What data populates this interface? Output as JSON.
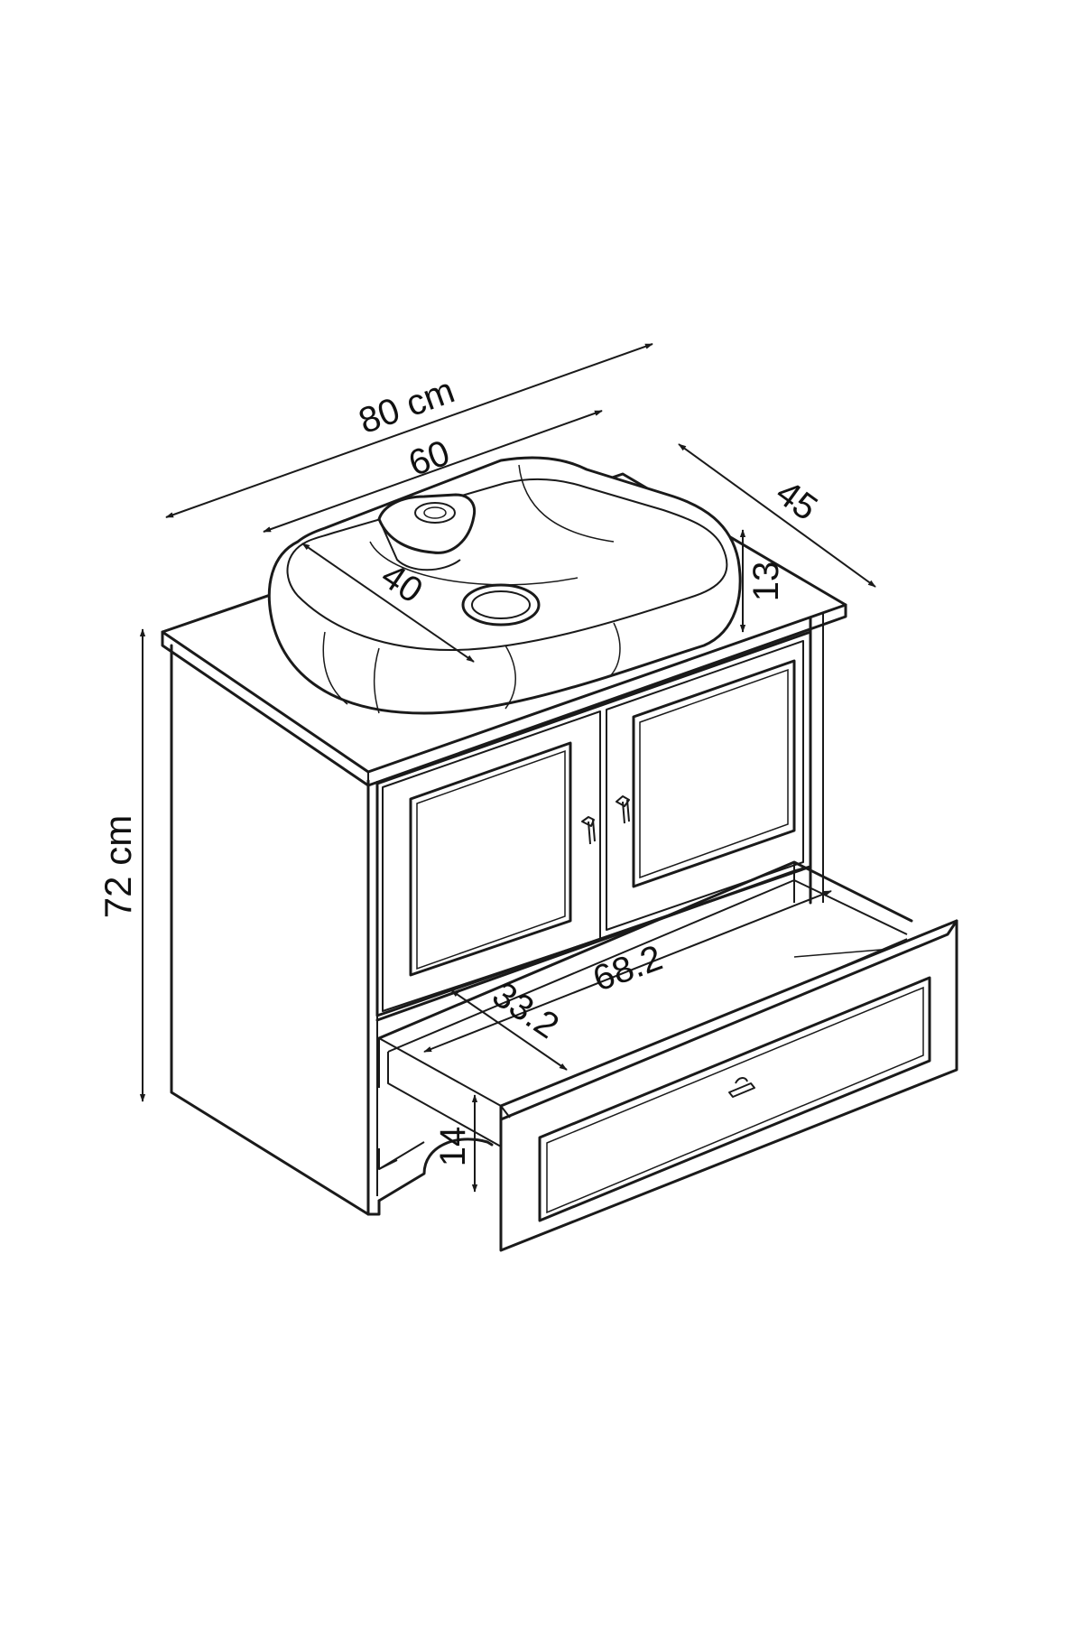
{
  "diagram": {
    "subject": "bathroom vanity cabinet with vessel basin and pull-out drawer",
    "line_color": "#1a1a1a",
    "background": "#ffffff",
    "dimensions": {
      "overall_width": "80 cm",
      "basin_length": "60",
      "basin_width": "40",
      "depth": "45",
      "basin_height": "13",
      "overall_height": "72 cm",
      "drawer_width": "68.2",
      "drawer_depth": "33.2",
      "drawer_height": "14"
    }
  }
}
